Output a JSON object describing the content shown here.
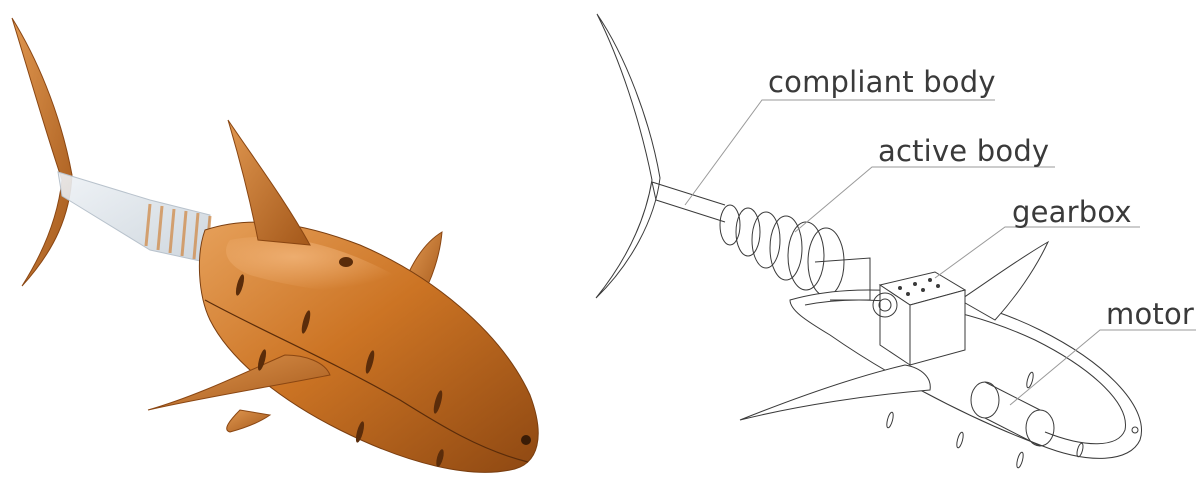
{
  "labels": {
    "compliant_body": "compliant body",
    "active_body": "active body",
    "gearbox": "gearbox",
    "motor": "motor"
  },
  "colors": {
    "shell": "#c8701f",
    "shell_highlight": "#e19a4c",
    "shell_shadow": "#8a4612",
    "line_art": "#3a3a3a",
    "leader": "#9a9a9a",
    "background": "#ffffff"
  }
}
